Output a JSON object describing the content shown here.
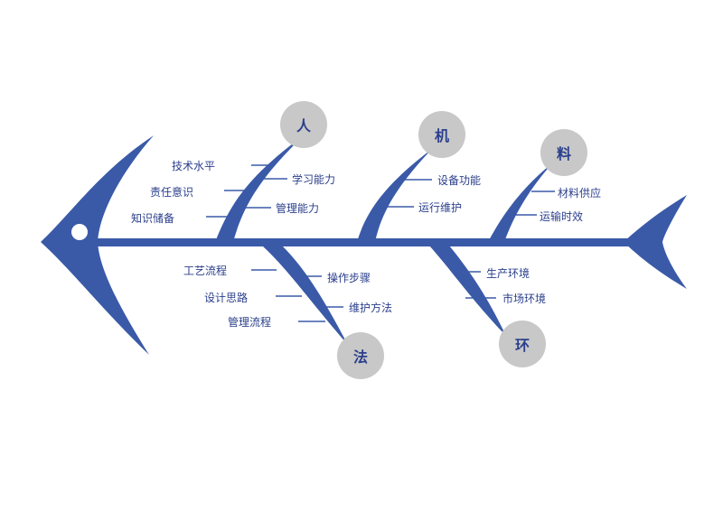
{
  "colors": {
    "fish": "#3a5aa8",
    "bubble": "#c8c8c8",
    "text": "#2b3f8c"
  },
  "categories": {
    "ren": "人",
    "ji": "机",
    "liao": "料",
    "fa": "法",
    "huan": "环"
  },
  "causes": {
    "ren": [
      "技术水平",
      "学习能力",
      "责任意识",
      "管理能力",
      "知识储备"
    ],
    "ji": [
      "设备功能",
      "运行维护"
    ],
    "liao": [
      "材料供应",
      "运输时效"
    ],
    "fa": [
      "工艺流程",
      "操作步骤",
      "设计思路",
      "维护方法",
      "管理流程"
    ],
    "huan": [
      "生产环境",
      "市场环境"
    ]
  }
}
